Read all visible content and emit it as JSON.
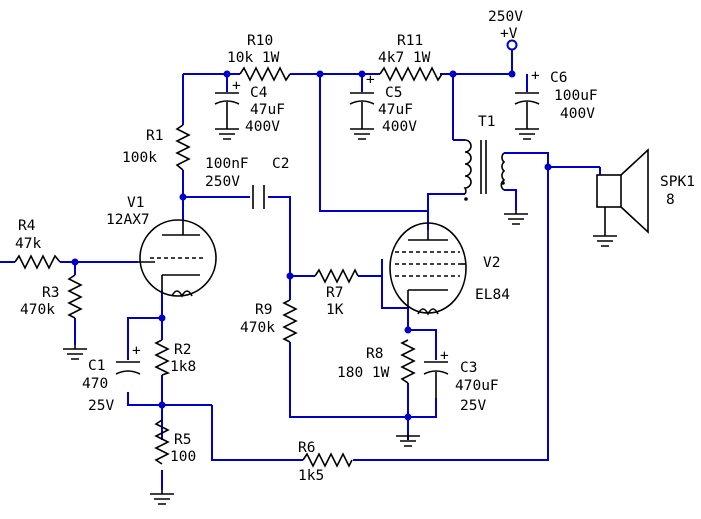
{
  "supply": {
    "voltage": "250V",
    "node": "+V"
  },
  "resistors": [
    {
      "ref": "R10",
      "value": "10k  1W"
    },
    {
      "ref": "R11",
      "value": "4k7  1W"
    },
    {
      "ref": "R1",
      "value": "100k"
    },
    {
      "ref": "R4",
      "value": "47k"
    },
    {
      "ref": "R3",
      "value": "470k"
    },
    {
      "ref": "R2",
      "value": "1k8"
    },
    {
      "ref": "R5",
      "value": "100"
    },
    {
      "ref": "R9",
      "value": "470k"
    },
    {
      "ref": "R7",
      "value": "1K"
    },
    {
      "ref": "R8",
      "value": "180  1W"
    },
    {
      "ref": "R6",
      "value": "1k5"
    }
  ],
  "capacitors": [
    {
      "ref": "C4",
      "value": "47uF",
      "voltage": "400V"
    },
    {
      "ref": "C5",
      "value": "47uF",
      "voltage": "400V"
    },
    {
      "ref": "C6",
      "value": "100uF",
      "voltage": "400V"
    },
    {
      "ref": "C2",
      "value": "100nF",
      "voltage": "250V"
    },
    {
      "ref": "C1",
      "value": "470",
      "voltage": "25V"
    },
    {
      "ref": "C3",
      "value": "470uF",
      "voltage": "25V"
    }
  ],
  "tubes": [
    {
      "ref": "V1",
      "type": "12AX7"
    },
    {
      "ref": "V2",
      "type": "EL84"
    }
  ],
  "transformer": {
    "ref": "T1"
  },
  "speaker": {
    "ref": "SPK1",
    "value": "8"
  },
  "polarity_mark": "+",
  "colors": {
    "wire": "#0000c8",
    "component": "#000000",
    "background": "#ffffff"
  }
}
